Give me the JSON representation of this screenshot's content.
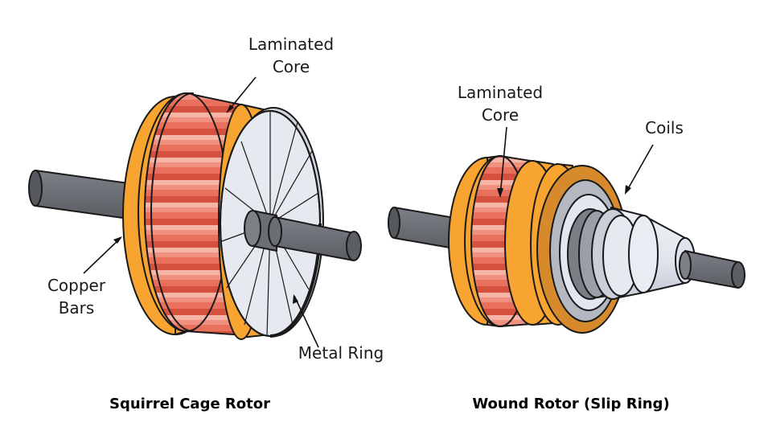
{
  "rotors": [
    {
      "caption": "Squirrel Cage Rotor",
      "labels": {
        "laminated_core": [
          "Laminated",
          "Core"
        ],
        "copper_bars": [
          "Copper",
          "Bars"
        ],
        "metal_ring": "Metal Ring"
      }
    },
    {
      "caption": "Wound Rotor (Slip Ring)",
      "labels": {
        "laminated_core": [
          "Laminated",
          "Core"
        ],
        "coils": "Coils"
      }
    }
  ],
  "colors": {
    "shaft": "#6b6e74",
    "shaft_dark": "#55585d",
    "core_light": "#f4998a",
    "core_mid": "#e86a55",
    "core_dark": "#c8422f",
    "ring_orange": "#f7a431",
    "ring_orange_dark": "#d98617",
    "coil_brown": "#d68a2b",
    "metal_face": "#e3e6ee",
    "slip_light": "#dfe4ec",
    "slip_mid": "#a6abb3",
    "slip_dark": "#6e7278"
  }
}
